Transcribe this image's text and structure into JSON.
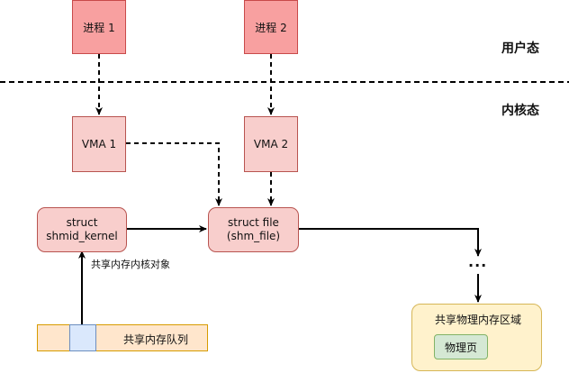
{
  "zones": {
    "user_space": "用户态",
    "kernel_space": "内核态"
  },
  "processes": {
    "p1": "进程 1",
    "p2": "进程 2"
  },
  "vmas": {
    "v1": "VMA 1",
    "v2": "VMA 2"
  },
  "structs": {
    "shmid_kernel_line1": "struct",
    "shmid_kernel_line2": "shmid_kernel",
    "shm_file_line1": "struct file",
    "shm_file_line2": "(shm_file)"
  },
  "labels": {
    "shm_kernel_object": "共享内存内核对象",
    "shm_queue": "共享内存队列",
    "shm_physical_region": "共享物理内存区域",
    "physical_page": "物理页",
    "ellipsis": "..."
  },
  "colors": {
    "process_fill": "#f8a0a0",
    "process_border": "#c84a4a",
    "vma_fill": "#f8cecc",
    "vma_border": "#b85450",
    "region_fill": "#fff2cc",
    "region_border": "#d6b656",
    "page_fill": "#d5e8d4",
    "page_border": "#82b366",
    "queue_fill": "#ffe6cc",
    "queue_highlight": "#dae8fc"
  }
}
